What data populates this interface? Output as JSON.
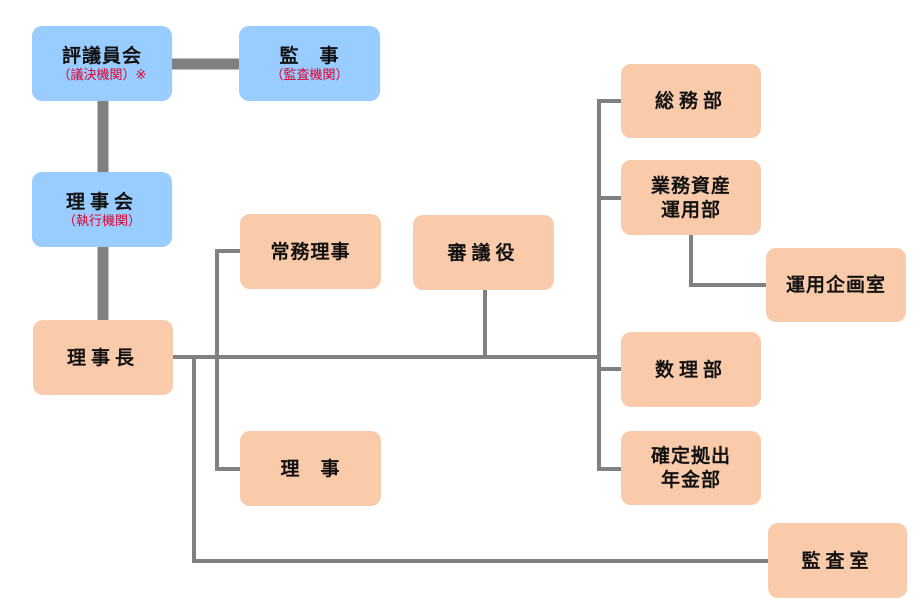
{
  "nodes": {
    "hyogiinkai": {
      "title": "評議員会",
      "note": "（議決機関）※"
    },
    "kanji": {
      "title": "監　事",
      "note": "（監査機関）"
    },
    "rijikai": {
      "title": "理事会",
      "note": "（執行機関）"
    },
    "rijicho": {
      "title": "理事長"
    },
    "jomu_riji": {
      "title": "常務理事"
    },
    "riji": {
      "title": "理　事"
    },
    "shingiyaku": {
      "title": "審議役"
    },
    "somubu": {
      "title": "総務部"
    },
    "shisan_unyobu": {
      "title": "業務資産\n運用部"
    },
    "unyo_kikakushitsu": {
      "title": "運用企画室"
    },
    "suribu": {
      "title": "数理部"
    },
    "kakutei_kyoshutsu": {
      "title": "確定拠出\n年金部"
    },
    "kansashitsu": {
      "title": "監査室"
    }
  },
  "colors": {
    "governance_box": "#99ccff",
    "executive_box": "#f9cbaa",
    "connector": "#808080",
    "note_text": "#e0002b"
  }
}
